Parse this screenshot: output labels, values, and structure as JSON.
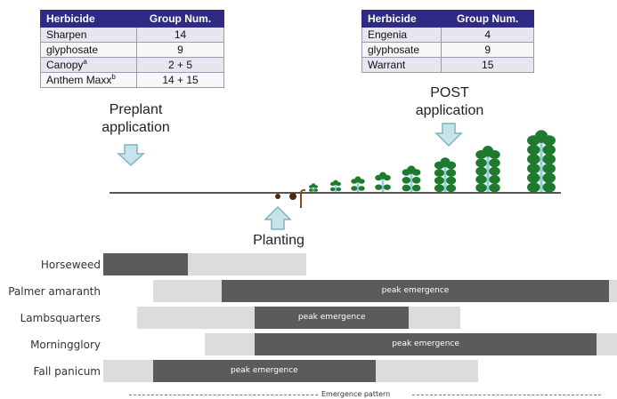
{
  "tables": {
    "left": {
      "header": [
        "Herbicide",
        "Group Num."
      ],
      "rows": [
        {
          "name": "Sharpen",
          "sup": "",
          "group": "14"
        },
        {
          "name": "glyphosate",
          "sup": "",
          "group": "9"
        },
        {
          "name": "Canopy",
          "sup": "a",
          "group": "2 + 5"
        },
        {
          "name": "Anthem Maxx",
          "sup": "b",
          "group": "14 + 15"
        }
      ]
    },
    "right": {
      "header": [
        "Herbicide",
        "Group Num."
      ],
      "rows": [
        {
          "name": "Engenia",
          "sup": "",
          "group": "4"
        },
        {
          "name": "glyphosate",
          "sup": "",
          "group": "9"
        },
        {
          "name": "Warrant",
          "sup": "",
          "group": "15"
        }
      ]
    }
  },
  "labels": {
    "preplant": "Preplant application",
    "post": "POST application",
    "planting": "Planting"
  },
  "emergence": {
    "rows": [
      {
        "weed": "Horseweed",
        "light": [
          0,
          0.395
        ],
        "dark": [
          0,
          0.165
        ],
        "dark_text": ""
      },
      {
        "weed": "Palmer amaranth",
        "light": [
          0.097,
          1.0
        ],
        "dark": [
          0.23,
          0.985
        ],
        "dark_text": "peak emergence"
      },
      {
        "weed": "Lambsquarters",
        "light": [
          0.066,
          0.695
        ],
        "dark": [
          0.295,
          0.595
        ],
        "dark_text": "peak emergence"
      },
      {
        "weed": "Morningglory",
        "light": [
          0.197,
          1.0
        ],
        "dark": [
          0.295,
          0.96
        ],
        "dark_text": "peak emergence"
      },
      {
        "weed": "Fall panicum",
        "light": [
          0,
          0.73
        ],
        "dark": [
          0.097,
          0.53
        ],
        "dark_text": "peak emergence"
      }
    ],
    "axis_label": "Emergence pattern"
  },
  "colors": {
    "table_header": "#2e2a86",
    "arrow_fill": "#c7e4ea",
    "arrow_stroke": "#7fb3bf",
    "plant_green": "#1e7a2c",
    "stem": "#8fd0dc",
    "peak_bar": "#5b5b5b",
    "range_bar": "#dcdcdc"
  }
}
